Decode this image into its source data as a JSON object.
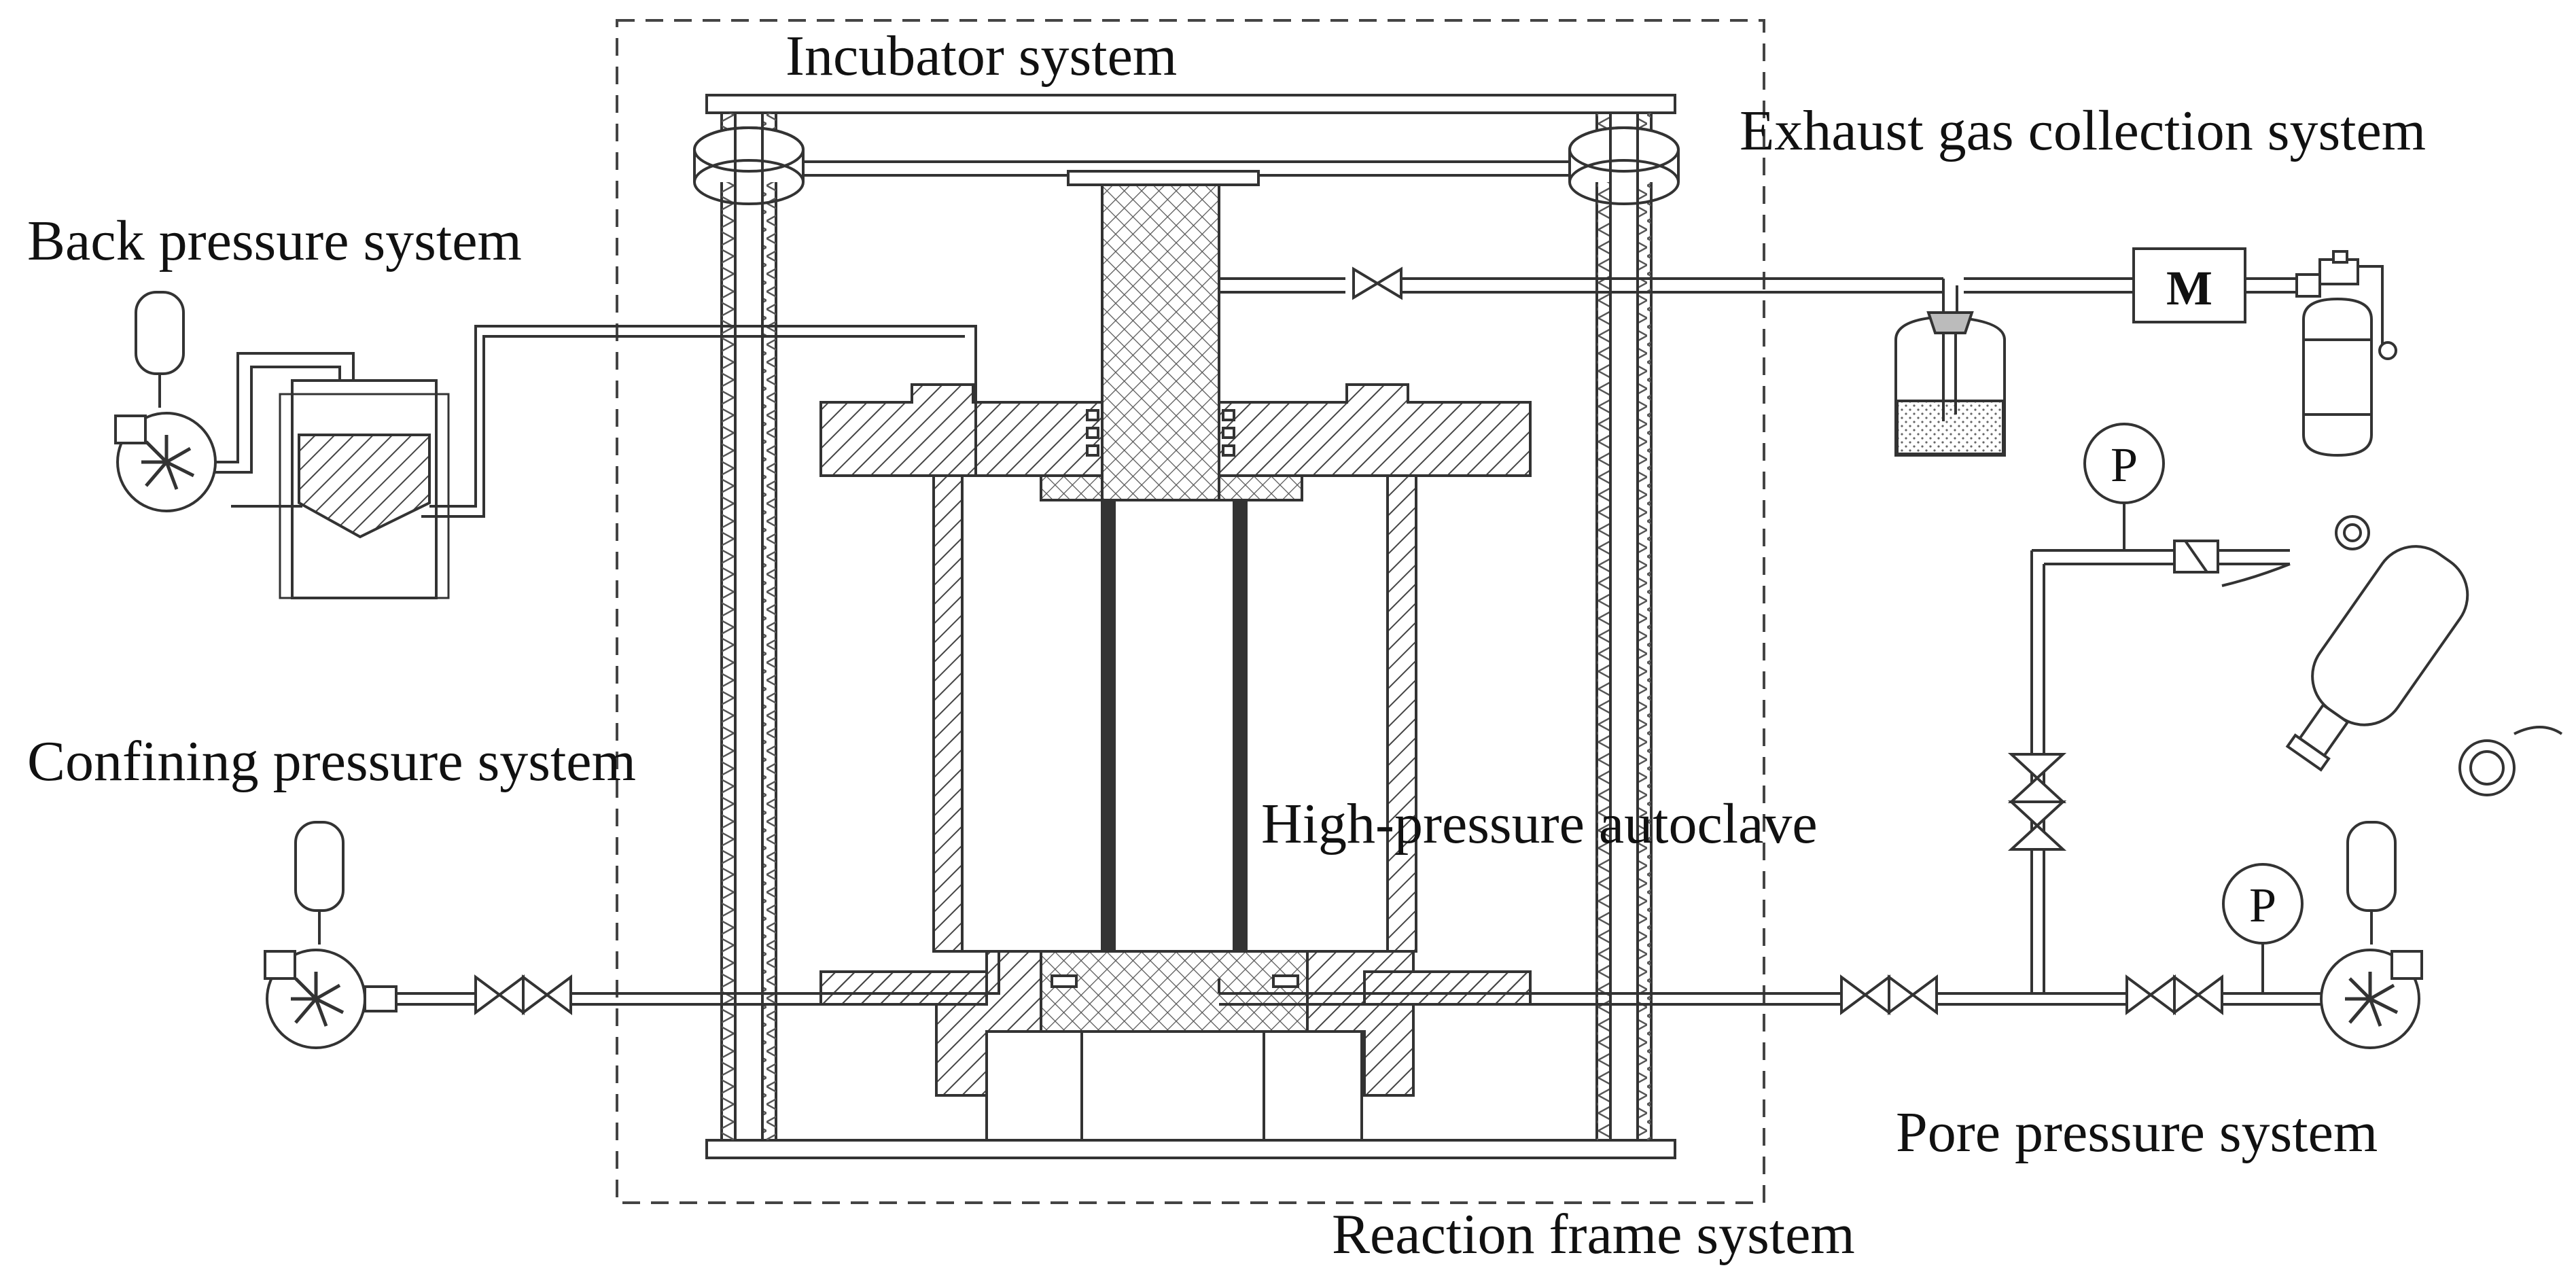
{
  "labels": {
    "incubator": "Incubator system",
    "exhaust": "Exhaust gas collection system",
    "back_pressure": "Back pressure system",
    "confining": "Confining pressure system",
    "autoclave": "High-pressure autoclave",
    "pore": "Pore pressure system",
    "reaction_frame": "Reaction frame system"
  },
  "symbols": {
    "motor": "M",
    "gauge": "P"
  },
  "colors": {
    "line": "#333333",
    "hatch": "#555555",
    "background": "#ffffff"
  }
}
